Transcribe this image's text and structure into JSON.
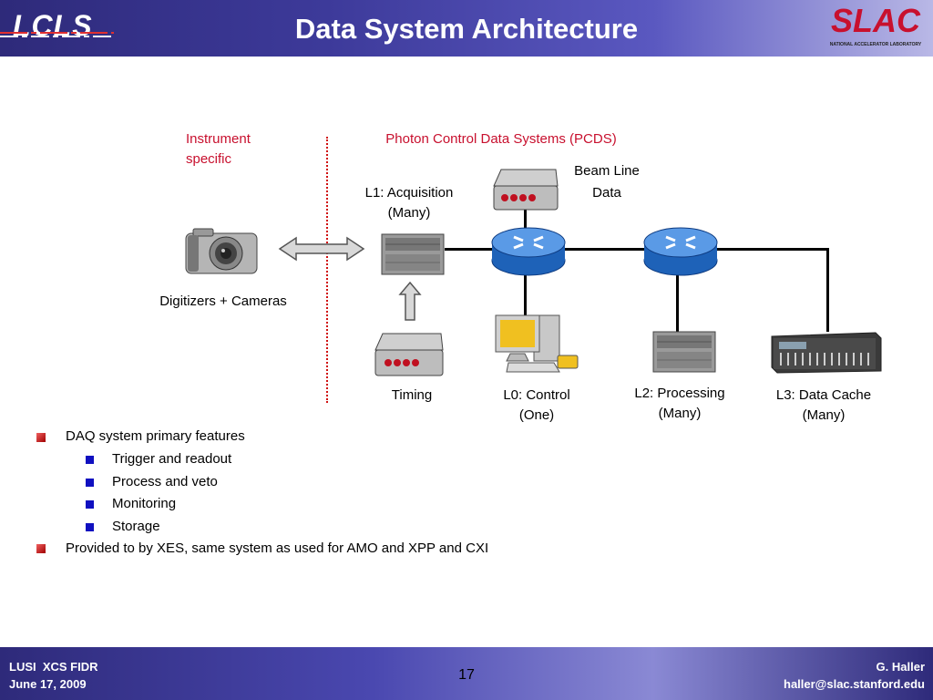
{
  "header": {
    "title": "Data System Architecture",
    "logo_left": "LCLS",
    "logo_right": "SLAC",
    "logo_right_sub": "NATIONAL ACCELERATOR LABORATORY"
  },
  "diagram": {
    "instrument_label": "Instrument specific",
    "pcds_label": "Photon Control Data Systems (PCDS)",
    "beam_line_label": "Beam Line",
    "beam_data_label": "Data",
    "l1_label": "L1: Acquisition",
    "l1_sub": "(Many)",
    "digitizers_label": "Digitizers + Cameras",
    "timing_label": "Timing",
    "l0_label": "L0: Control",
    "l0_sub": "(One)",
    "l2_label": "L2: Processing",
    "l2_sub": "(Many)",
    "l3_label": "L3: Data Cache",
    "l3_sub": "(Many)"
  },
  "bullets": [
    {
      "text": "DAQ system primary features",
      "level": 1
    },
    {
      "text": "Trigger and readout",
      "level": 2
    },
    {
      "text": "Process and veto",
      "level": 2
    },
    {
      "text": "Monitoring",
      "level": 2
    },
    {
      "text": "Storage",
      "level": 2
    },
    {
      "text": "Provided to by XES, same system as used for AMO and XPP and CXI",
      "level": 1
    }
  ],
  "footer": {
    "left_line1": "LUSI  XCS FIDR",
    "left_line2": "June 17, 2009",
    "page_number": "17",
    "right_line1": "G. Haller",
    "right_line2": "haller@slac.stanford.edu"
  },
  "colors": {
    "header_bg": "#2e2a7a",
    "accent_red": "#c8102e",
    "bullet_blue": "#1010c0"
  }
}
